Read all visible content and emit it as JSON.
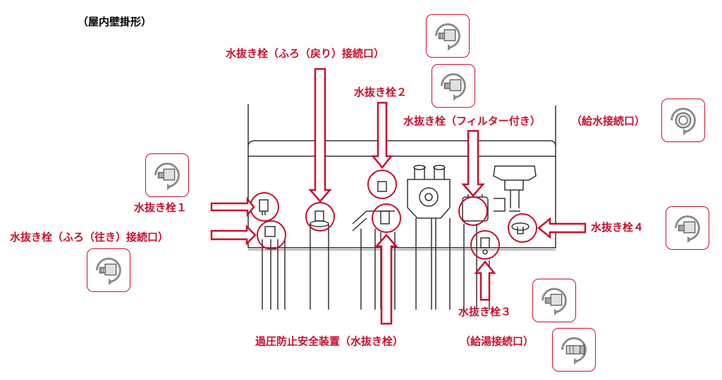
{
  "page_title": "（屋内壁掛形）",
  "colors": {
    "accent": "#c8102e",
    "line": "#333333",
    "icon_gray": "#8a8a8a"
  },
  "labels": {
    "drain_plug_1": "水抜き栓１",
    "drain_plug_2": "水抜き栓２",
    "drain_plug_3": "水抜き栓３",
    "drain_plug_4": "水抜き栓４",
    "drain_plug_bath_return": "水抜き栓（ふろ（戻り）接続口）",
    "drain_plug_bath_supply": "水抜き栓（ふろ（往き）接続口）",
    "drain_plug_filter": "水抜き栓（フィルター付き）",
    "water_supply_port": "（給水接続口）",
    "hot_water_port": "（給湯接続口）",
    "relief_valve": "過圧防止安全装置（水抜き栓）"
  },
  "icons": [
    {
      "name": "bath-return-plug-icon",
      "type": "plug-rotate"
    },
    {
      "name": "drain-plug-2-icon",
      "type": "plug-rotate"
    },
    {
      "name": "water-supply-fitting-icon",
      "type": "nut-rotate"
    },
    {
      "name": "drain-plug-1-icon",
      "type": "plug-rotate"
    },
    {
      "name": "drain-plug-4-icon",
      "type": "plug-rotate"
    },
    {
      "name": "bath-supply-plug-icon",
      "type": "plug-rotate"
    },
    {
      "name": "drain-plug-3-icon",
      "type": "plug-rotate"
    },
    {
      "name": "hot-water-fitting-icon",
      "type": "fitting-rotate"
    }
  ]
}
